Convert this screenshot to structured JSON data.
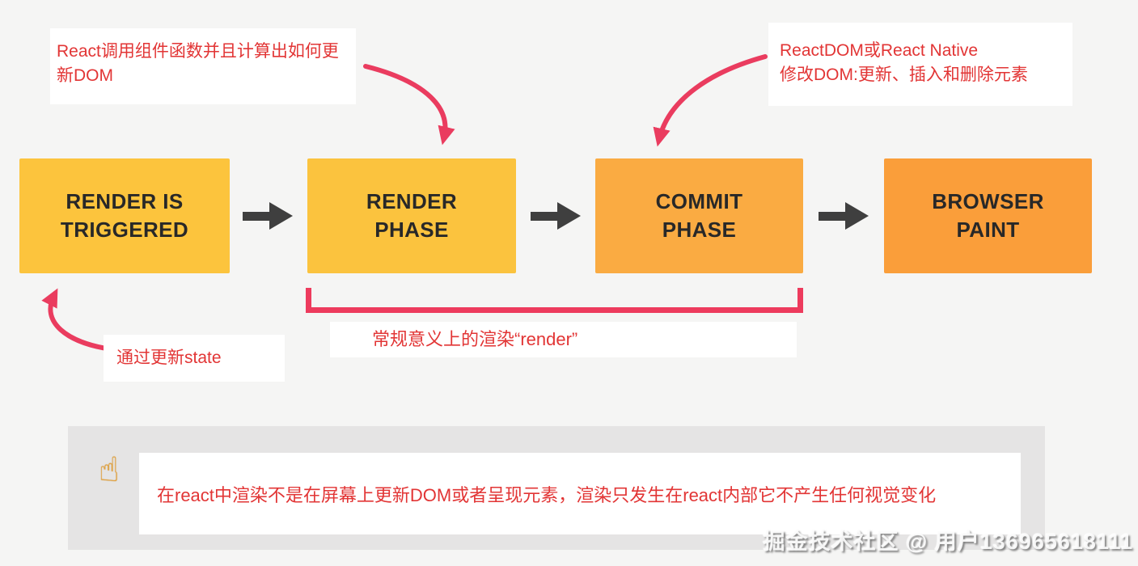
{
  "page": {
    "background": "#f5f5f4",
    "strip_background": "#e5e4e4"
  },
  "flow": {
    "steps": [
      {
        "label": "RENDER IS\nTRIGGERED",
        "color": "#fcc43d"
      },
      {
        "label": "RENDER\nPHASE",
        "color": "#fbc33e"
      },
      {
        "label": "COMMIT\nPHASE",
        "color": "#faab42"
      },
      {
        "label": "BROWSER\nPAINT",
        "color": "#fa9e3a"
      }
    ],
    "connector_color": "#3f3f3f"
  },
  "annotations": {
    "text_color": "#e23535",
    "arrow_color": "#ea3c5f",
    "top_left": "React调用组件函数并且计算出如何更新DOM",
    "top_right_line1": "ReactDOM或React Native",
    "top_right_line2": "修改DOM:更新、插入和删除元素",
    "bottom_left": "通过更新state",
    "bracket_label": "常规意义上的渲染“render”"
  },
  "note": {
    "icon_glyph": "☝",
    "icon_name": "pointing-up-finger",
    "text": "在react中渲染不是在屏幕上更新DOM或者呈现元素，渲染只发生在react内部它不产生任何视觉变化"
  },
  "watermark": "掘金技术社区 @ 用户136965618111"
}
